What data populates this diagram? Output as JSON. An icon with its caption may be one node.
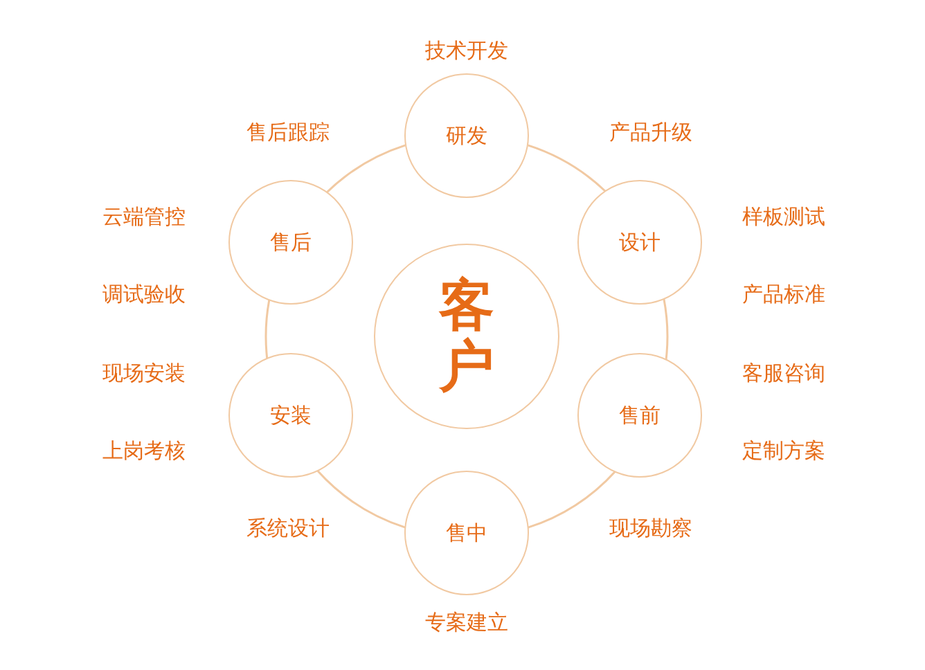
{
  "diagram": {
    "nodes": [
      {
        "text": [
          "研发"
        ]
      },
      {
        "text": [
          "售后"
        ]
      },
      {
        "text": [
          "设计"
        ]
      },
      {
        "text": [
          "客户"
        ]
      },
      {
        "text": [
          "安装"
        ]
      },
      {
        "text": [
          "售前"
        ]
      },
      {
        "text": [
          "售中"
        ]
      }
    ],
    "edges": [
      {
        "from": 0,
        "to": 2,
        "arrow": "none"
      },
      {
        "from": 2,
        "to": 5,
        "arrow": "none"
      },
      {
        "from": 5,
        "to": 6,
        "arrow": "none"
      },
      {
        "from": 6,
        "to": 4,
        "arrow": "none"
      },
      {
        "from": 4,
        "to": 1,
        "arrow": "none"
      },
      {
        "from": 1,
        "to": 0,
        "arrow": "none"
      }
    ],
    "labels": [
      "技术开发",
      "售后跟踪",
      "产品升级",
      "云端管控",
      "样板测试",
      "调试验收",
      "产品标准",
      "现场安装",
      "客服咨询",
      "上岗考核",
      "定制方案",
      "系统设计",
      "现场勘察",
      "专案建立"
    ]
  }
}
